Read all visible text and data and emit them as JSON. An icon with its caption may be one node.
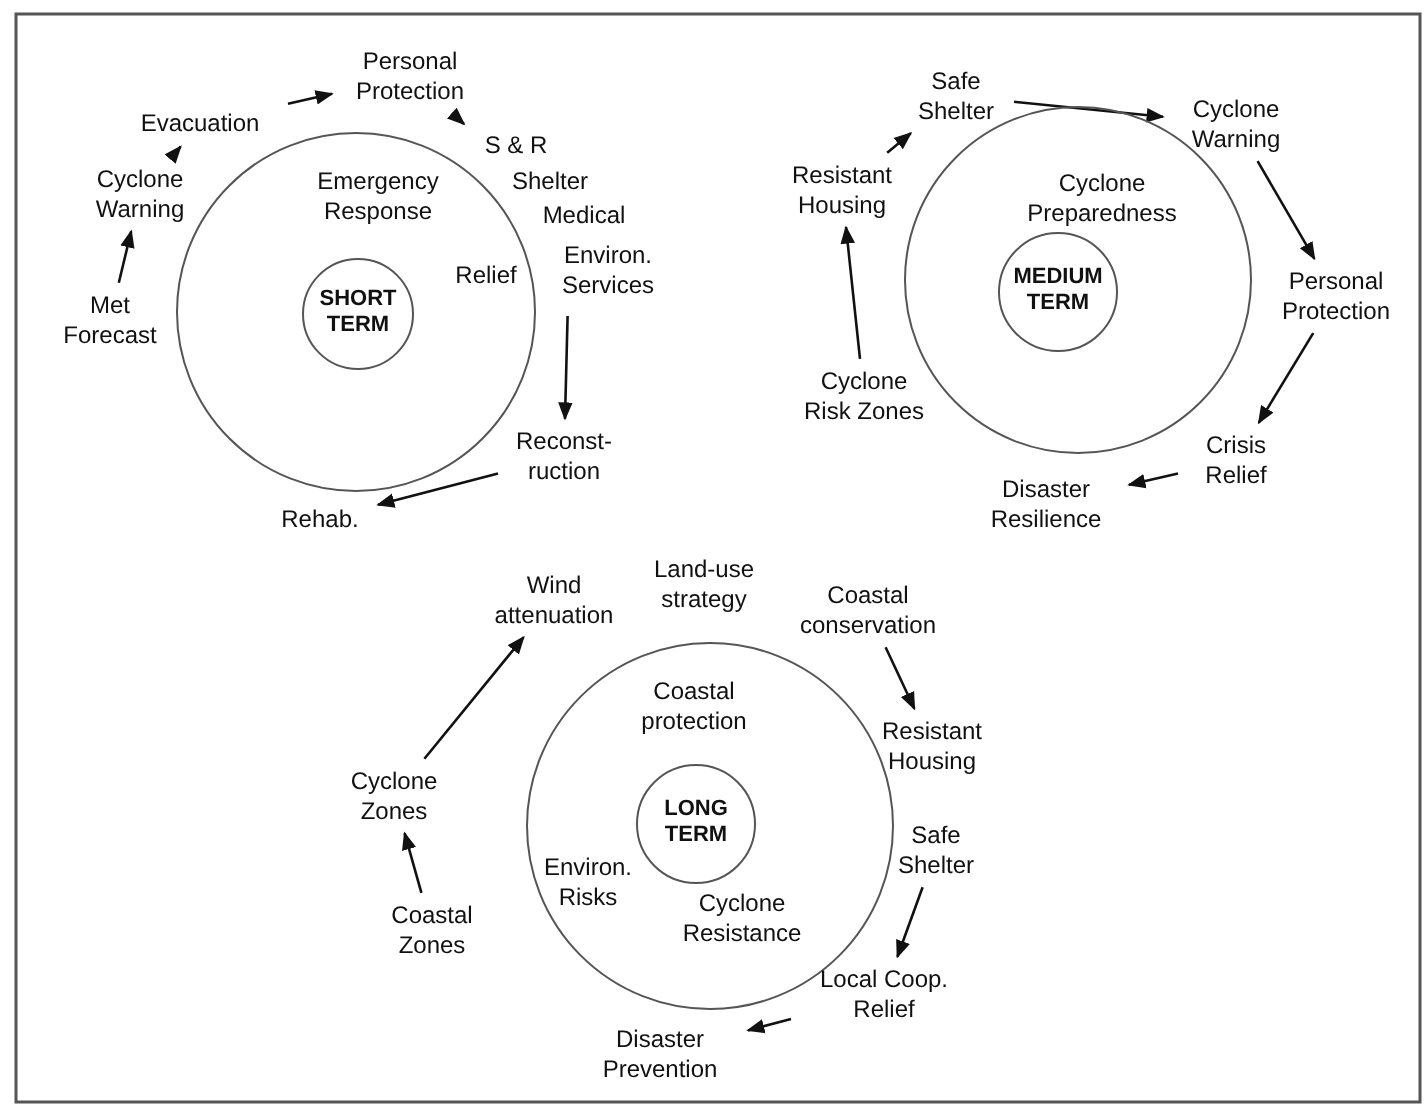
{
  "diagram": {
    "nodes": [
      {
        "text": [
          "Emergency Response",
          "Relief"
        ]
      },
      {
        "text": [
          "SHORT TERM"
        ],
        "in": 0
      },
      {
        "text": [
          "Personal Protection"
        ]
      },
      {
        "text": [
          "Evacuation"
        ]
      },
      {
        "text": [
          "Cyclone Warning"
        ]
      },
      {
        "text": [
          "S & R",
          "Shelter",
          "Medical",
          "Environ. Services"
        ]
      },
      {
        "text": [
          "Met Forecast"
        ]
      },
      {
        "text": [
          "Reconst- ruction"
        ]
      },
      {
        "text": [
          "Rehab."
        ]
      },
      {
        "text": [
          "Cyclone Preparedness"
        ]
      },
      {
        "text": [
          "MEDIUM TERM"
        ],
        "in": 9
      },
      {
        "text": [
          "Safe Shelter"
        ]
      },
      {
        "text": [
          "Cyclone Warning"
        ]
      },
      {
        "text": [
          "Resistant Housing"
        ]
      },
      {
        "text": [
          "Personal Protection"
        ]
      },
      {
        "text": [
          "Cyclone Risk Zones"
        ]
      },
      {
        "text": [
          "Crisis Relief"
        ]
      },
      {
        "text": [
          "Disaster Resilience"
        ]
      },
      {
        "text": [
          "Coastal protection",
          "Environ. Risks",
          "Cyclone Resistance"
        ]
      },
      {
        "text": [
          "LONG TERM"
        ],
        "in": 18
      },
      {
        "text": [
          "Wind attenuation"
        ]
      },
      {
        "text": [
          "Coastal conservation"
        ]
      },
      {
        "text": [
          "Resistant Housing"
        ]
      },
      {
        "text": [
          "Cyclone Zones"
        ]
      },
      {
        "text": [
          "Safe Shelter"
        ]
      },
      {
        "text": [
          "Coastal Zones"
        ]
      },
      {
        "text": [
          "Local Coop. Relief"
        ]
      },
      {
        "text": [
          "Disaster Prevention"
        ]
      }
    ],
    "edges": [
      {
        "from": 6,
        "to": 4,
        "arrow": "to"
      },
      {
        "from": 4,
        "to": 3,
        "arrow": "to"
      },
      {
        "from": 3,
        "to": 2,
        "arrow": "to"
      },
      {
        "from": 2,
        "to": 5,
        "arrow": "to"
      },
      {
        "from": 5,
        "to": 7,
        "arrow": "to"
      },
      {
        "from": 7,
        "to": 8,
        "arrow": "to"
      },
      {
        "from": 15,
        "to": 13,
        "arrow": "to"
      },
      {
        "from": 13,
        "to": 11,
        "arrow": "to"
      },
      {
        "from": 11,
        "to": 12,
        "arrow": "to"
      },
      {
        "from": 12,
        "to": 14,
        "arrow": "to"
      },
      {
        "from": 14,
        "to": 16,
        "arrow": "to"
      },
      {
        "from": 16,
        "to": 17,
        "arrow": "to"
      },
      {
        "from": 25,
        "to": 23,
        "arrow": "to"
      },
      {
        "from": 23,
        "to": 20,
        "arrow": "to"
      },
      {
        "from": 21,
        "to": 22,
        "arrow": "to"
      },
      {
        "from": 24,
        "to": 26,
        "arrow": "to"
      },
      {
        "from": 26,
        "to": 27,
        "arrow": "to"
      }
    ],
    "labels": [
      "Land-use strategy"
    ]
  }
}
